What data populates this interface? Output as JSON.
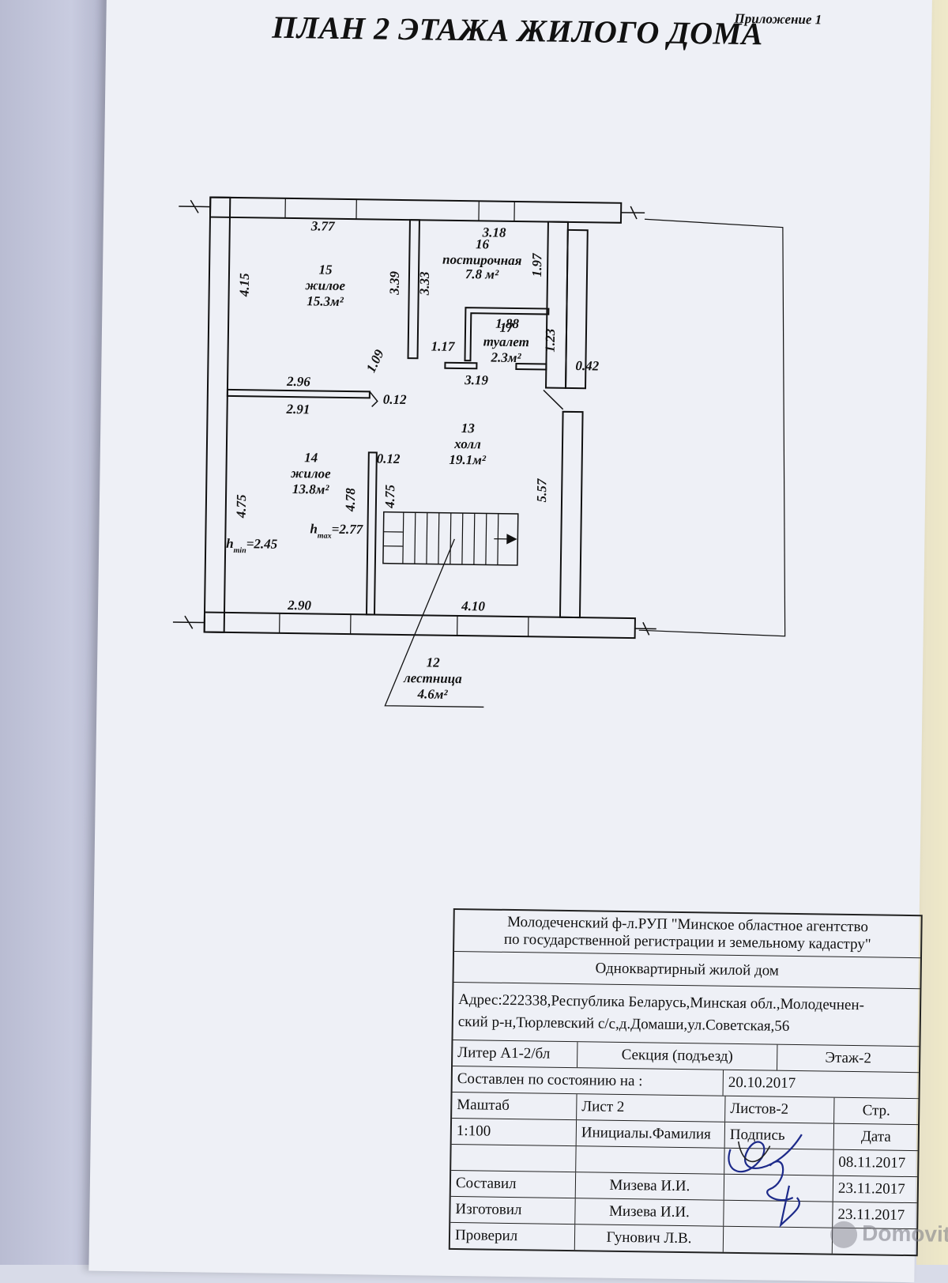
{
  "document": {
    "title": "ПЛАН  2 ЭТАЖА ЖИЛОГО ДОМА",
    "appendix_label": "Приложение 1"
  },
  "rooms": [
    {
      "number": "15",
      "name": "жилое",
      "area": "15.3м²"
    },
    {
      "number": "16",
      "name": "постирочная",
      "area": "7.8 м²"
    },
    {
      "number": "17",
      "name": "туалет",
      "area": "2.3м²"
    },
    {
      "number": "14",
      "name": "жилое",
      "area": "13.8м²"
    },
    {
      "number": "13",
      "name": "холл",
      "area": "19.1м²"
    },
    {
      "number": "12",
      "name": "лестница",
      "area": "4.6м²"
    }
  ],
  "dimensions": [
    "3.77",
    "3.18",
    "4.15",
    "3.39",
    "3.33",
    "1.97",
    "1.88",
    "1.23",
    "1.17",
    "3.19",
    "0.42",
    "1.09",
    "2.96",
    "2.91",
    "0.12",
    "0.12",
    "4.75",
    "4.78",
    "4.75",
    "5.57",
    "2.90",
    "4.10"
  ],
  "heights": [
    {
      "label": "h",
      "sub": "min",
      "value": "=2.45"
    },
    {
      "label": "h",
      "sub": "max",
      "value": "=2.77"
    }
  ],
  "stamp": {
    "agency_line1": "Молодеченский ф-л.РУП \"Минское областное агентство",
    "agency_line2": "по государственной  регистрации и земельному кадастру\"",
    "object": "Одноквартирный жилой дом",
    "address_line1": "Адрес:222338,Республика Беларусь,Минская обл.,Молодечнен-",
    "address_line2": "ский р-н,Тюрлевский с/с,д.Домаши,ул.Советская,56",
    "litera": "Литер А1-2/бл",
    "section": "Секция (подъезд)",
    "floor": "Этаж-2",
    "state_label": "Составлен по состоянию на :",
    "state_date": "20.10.2017",
    "sheets": "Листов-2",
    "page_label": "Стр.",
    "scale_label": "Маштаб",
    "sheet": "Лист  2",
    "date_label": "Дата",
    "scale": "1:100",
    "initials_label": "Инициалы.Фамилия",
    "signature_label": "Подпись",
    "date1": "08.11.2017",
    "composed_label": "Составил",
    "composed_name": "Мизева И.И.",
    "date2": "23.11.2017",
    "made_label": "Изготовил",
    "made_name": "Мизева И.И.",
    "date3": "23.11.2017",
    "checked_label": "Проверил",
    "checked_name": "Гунович Л.В."
  },
  "watermark": "Domovita"
}
